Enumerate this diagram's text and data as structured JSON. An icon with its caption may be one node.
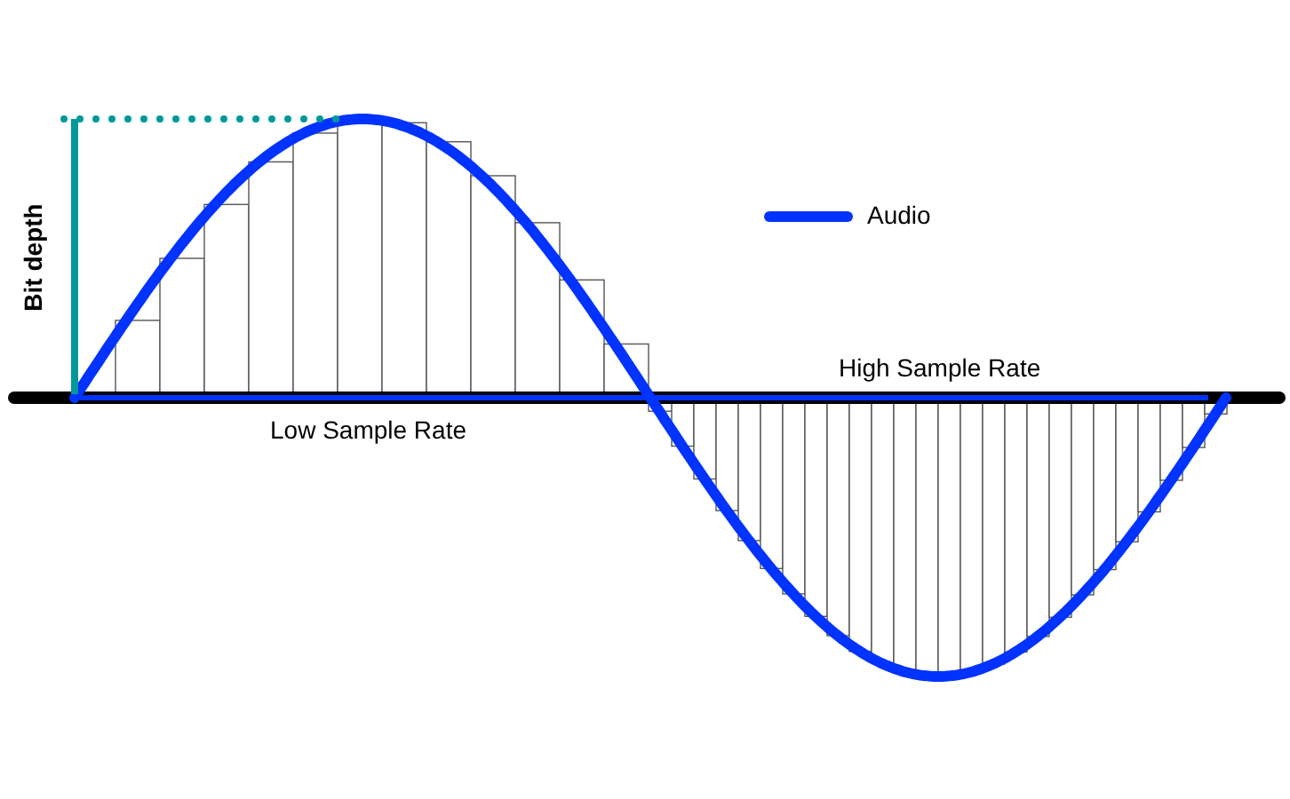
{
  "diagram": {
    "labels": [
      "Bit depth",
      "High Sample Rate",
      "Low Sample Rate"
    ],
    "legend": [
      {
        "text": "Audio"
      }
    ]
  }
}
